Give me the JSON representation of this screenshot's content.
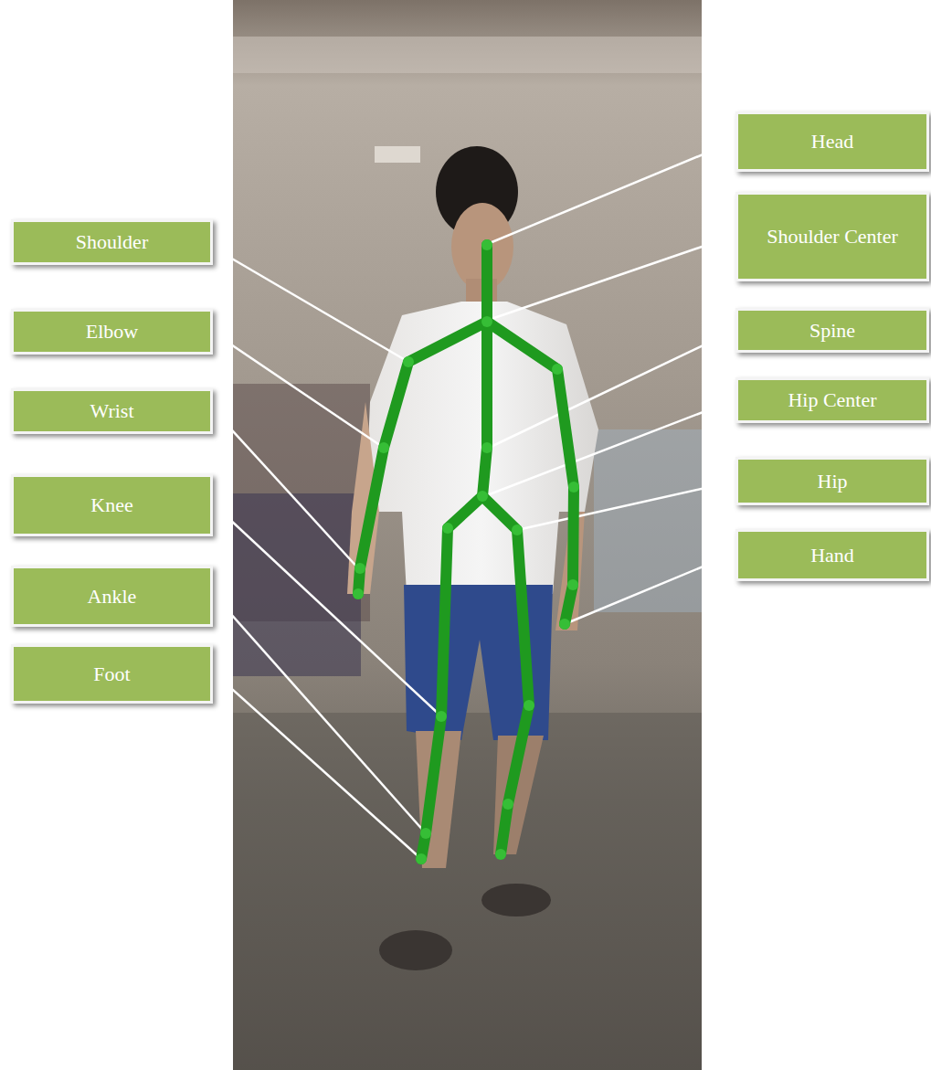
{
  "diagram": {
    "nodes": [
      {
        "text": [
          "Head"
        ]
      },
      {
        "text": [
          "Shoulder"
        ]
      },
      {
        "text": [
          "Shoulder Center"
        ]
      },
      {
        "text": [
          "Elbow"
        ]
      },
      {
        "text": [
          "Spine"
        ]
      },
      {
        "text": [
          "Hip Center"
        ]
      },
      {
        "text": [
          "Wrist"
        ]
      },
      {
        "text": [
          "Hip"
        ]
      },
      {
        "text": [
          "Knee"
        ]
      },
      {
        "text": [
          "Hand"
        ]
      },
      {
        "text": [
          "Ankle"
        ]
      },
      {
        "text": [
          "Foot"
        ]
      }
    ]
  }
}
